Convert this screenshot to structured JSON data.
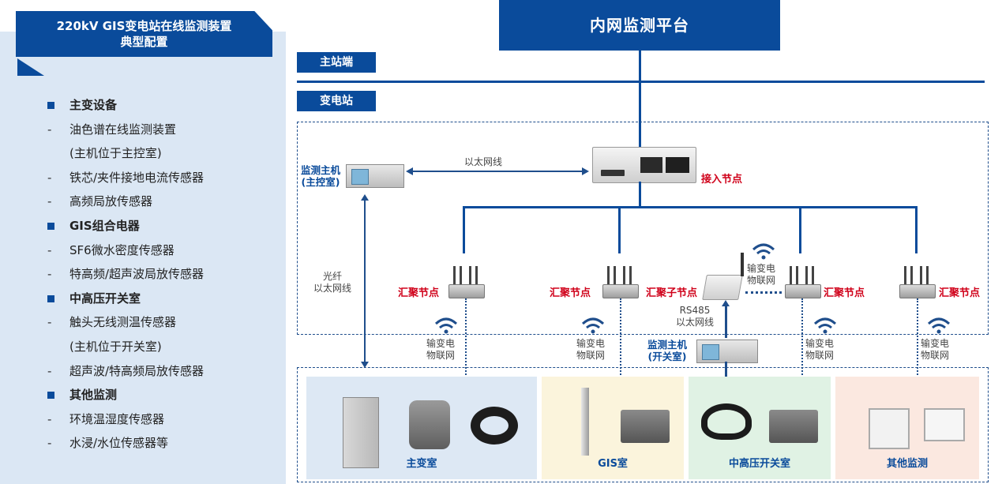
{
  "left_panel": {
    "title_line1": "220kV GIS变电站在线监测装置",
    "title_line2": "典型配置",
    "sections": [
      {
        "category": "主变设备",
        "items": [
          "油色谱在线监测装置",
          "(主机位于主控室)",
          "铁芯/夹件接地电流传感器",
          "高频局放传感器"
        ]
      },
      {
        "category": "GIS组合电器",
        "items": [
          "SF6微水密度传感器",
          "特高频/超声波局放传感器"
        ]
      },
      {
        "category": "中高压开关室",
        "items": [
          "触头无线测温传感器",
          "(主机位于开关室)",
          "超声波/特高频局放传感器"
        ]
      },
      {
        "category": "其他监测",
        "items": [
          "环境温湿度传感器",
          "水浸/水位传感器等"
        ]
      }
    ]
  },
  "diagram": {
    "platform": "内网监测平台",
    "master_label": "主站端",
    "substation_label": "变电站",
    "access_node": "接入节点",
    "ethernet": "以太网线",
    "monitor_host_main_l1": "监测主机",
    "monitor_host_main_l2": "(主控室)",
    "fiber_l1": "光纤",
    "fiber_l2": "以太网线",
    "aggregation_node": "汇聚节点",
    "sub_aggregation_node": "汇聚子节点",
    "rs485_l1": "RS485",
    "rs485_l2": "以太网线",
    "iot_l1": "输变电",
    "iot_l2": "物联网",
    "monitor_host_switch_l1": "监测主机",
    "monitor_host_switch_l2": "(开关室)",
    "rooms": [
      "主变室",
      "GIS室",
      "中高压开关室",
      "其他监测"
    ]
  },
  "colors": {
    "primary": "#0a4b9b",
    "accent_red": "#d0021b",
    "panel_bg": "#dbe7f4"
  }
}
